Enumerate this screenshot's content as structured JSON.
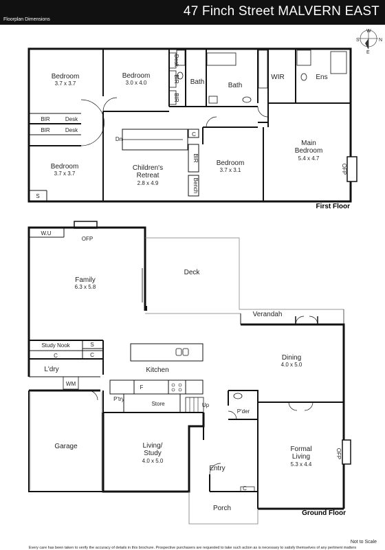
{
  "header": {
    "title": "47 Finch Street MALVERN EAST",
    "subtitle": "Floorplan Dimensions"
  },
  "compass": {
    "n": "N",
    "s": "S",
    "e": "E",
    "w": "W"
  },
  "first_floor": {
    "label": "First Floor",
    "rooms": {
      "bedroom_nw": {
        "name": "Bedroom",
        "dim": "3.7 x 3.7"
      },
      "bedroom_n": {
        "name": "Bedroom",
        "dim": "3.0 x 4.0"
      },
      "bedroom_sw": {
        "name": "Bedroom",
        "dim": "3.7 x 3.7"
      },
      "childrens_retreat": {
        "name": "Children's",
        "name2": "Retreat",
        "dim": "2.8 x 4.9"
      },
      "bedroom_c": {
        "name": "Bedroom",
        "dim": "3.7 x 3.1"
      },
      "main_bedroom": {
        "name": "Main",
        "name2": "Bedroom",
        "dim": "5.4 x 4.7"
      }
    },
    "labels": {
      "bath1": "Bath",
      "bath2": "Bath",
      "wir": "WIR",
      "ens": "Ens",
      "desk_top": "Desk",
      "bir_top1": "BIR",
      "bir_top2": "BIR",
      "bir_l1": "BIR",
      "bir_l2": "BIR",
      "desk_l1": "Desk",
      "desk_l2": "Desk",
      "dn": "Dn",
      "c": "C",
      "bir_c": "BIR",
      "bench": "Bench",
      "ofp": "OFP",
      "s": "S"
    }
  },
  "ground_floor": {
    "label": "Ground Floor",
    "rooms": {
      "family": {
        "name": "Family",
        "dim": "6.3 x 5.8"
      },
      "dining": {
        "name": "Dining",
        "dim": "4.0 x 5.0"
      },
      "living": {
        "name": "Living/",
        "name2": "Study",
        "dim": "4.0 x 5.0"
      },
      "formal": {
        "name": "Formal",
        "name2": "Living",
        "dim": "5.3 x 4.4"
      }
    },
    "labels": {
      "wu": "W.U",
      "ofp_top": "OFP",
      "deck": "Deck",
      "verandah": "Verandah",
      "study_nook": "Study Nook",
      "s": "S",
      "c1": "C",
      "c2": "C",
      "kitchen": "Kitchen",
      "ldry": "L'dry",
      "wm": "WM",
      "f": "F",
      "ptry": "P'try",
      "store": "Store",
      "up": "Up",
      "pder": "P'der",
      "garage": "Garage",
      "entry": "Entry",
      "porch": "Porch",
      "c3": "C",
      "ofp_right": "OFP"
    }
  },
  "notes": {
    "scale": "Not to Scale",
    "disclaimer": "Every care has been taken to verify the accuracy of details in this brochure. Prospective purchasers are requested to take such action as is necessary to satisfy themselves of any pertinent matters"
  }
}
